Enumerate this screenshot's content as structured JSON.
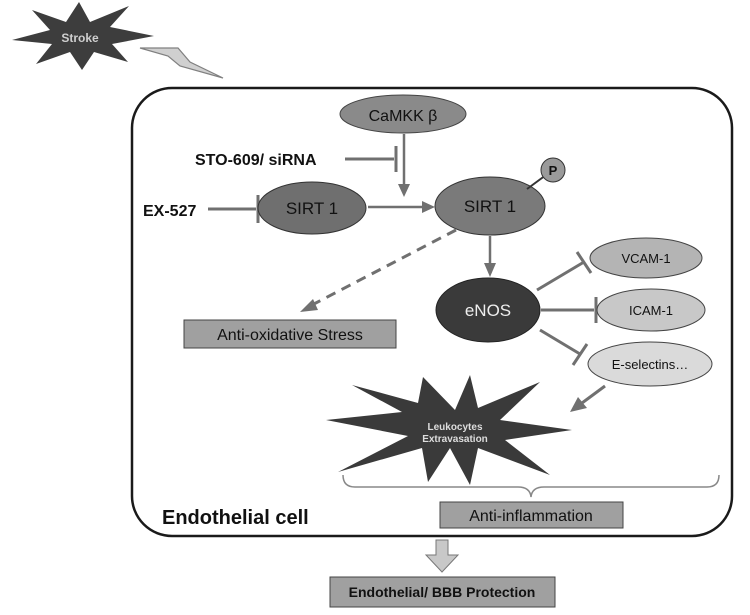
{
  "stroke_label": "Stroke",
  "cell_label": "Endothelial cell",
  "camkk_label": "CaMKK β",
  "sto_label": "STO-609/ siRNA",
  "ex_label": "EX-527",
  "sirt1_label": "SIRT 1",
  "sirt1p_label": "SIRT 1",
  "p_label": "P",
  "enos_label": "eNOS",
  "vcam_label": "VCAM-1",
  "icam_label": "ICAM-1",
  "esel_label": "E-selectins…",
  "antiox_label": "Anti-oxidative Stress",
  "leuko_line1": "Leukocytes",
  "leuko_line2": "Extravasation",
  "antiinfl_label": "Anti-inflammation",
  "protection_label": "Endothelial/ BBB Protection"
}
